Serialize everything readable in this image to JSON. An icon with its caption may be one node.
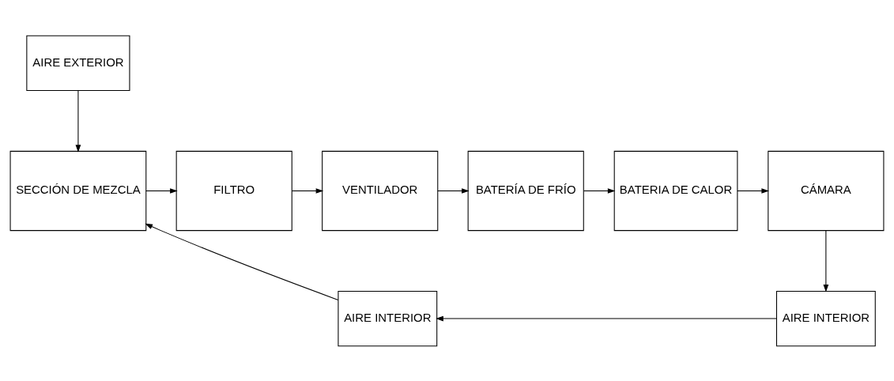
{
  "diagram": {
    "nodes": [
      {
        "text": [
          "AIRE EXTERIOR"
        ]
      },
      {
        "text": [
          "SECCIÓN DE MEZCLA"
        ]
      },
      {
        "text": [
          "FILTRO"
        ]
      },
      {
        "text": [
          "VENTILADOR"
        ]
      },
      {
        "text": [
          "BATERÍA DE FRÍO"
        ]
      },
      {
        "text": [
          "BATERIA DE CALOR"
        ]
      },
      {
        "text": [
          "CÁMARA"
        ]
      },
      {
        "text": [
          "AIRE INTERIOR"
        ]
      },
      {
        "text": [
          "AIRE INTERIOR"
        ]
      }
    ],
    "edges": [
      {
        "from": 0,
        "to": 1,
        "arrow": "to"
      },
      {
        "from": 1,
        "to": 2,
        "arrow": "to"
      },
      {
        "from": 2,
        "to": 3,
        "arrow": "to"
      },
      {
        "from": 3,
        "to": 4,
        "arrow": "to"
      },
      {
        "from": 4,
        "to": 5,
        "arrow": "to"
      },
      {
        "from": 5,
        "to": 6,
        "arrow": "to"
      },
      {
        "from": 6,
        "to": 8,
        "arrow": "to"
      },
      {
        "from": 8,
        "to": 7,
        "arrow": "to"
      },
      {
        "from": 7,
        "to": 1,
        "arrow": "to"
      }
    ]
  }
}
